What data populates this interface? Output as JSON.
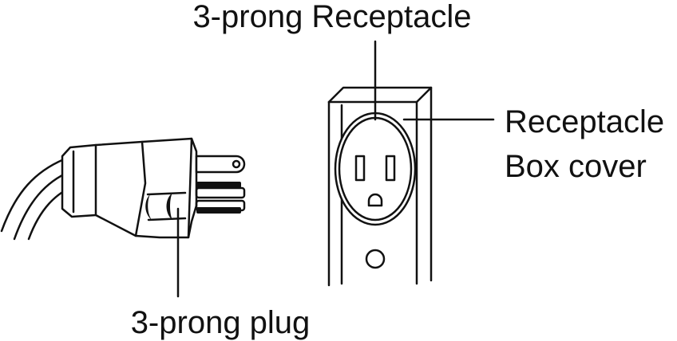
{
  "labels": {
    "receptacle": "3-prong Receptacle",
    "box_cover_line1": "Receptacle",
    "box_cover_line2": "Box cover",
    "plug": "3-prong plug"
  },
  "colors": {
    "ink": "#111111",
    "background": "#ffffff"
  }
}
